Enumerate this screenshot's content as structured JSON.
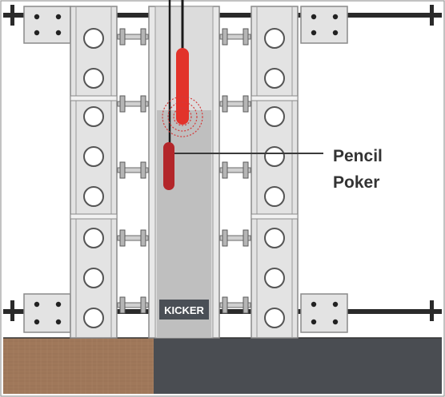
{
  "diagram": {
    "callout_label": [
      "Pencil",
      "Poker"
    ],
    "kicker_label": "KICKER"
  },
  "colors": {
    "frame_fill": "#e3e3e3",
    "frame_stroke": "#8a8a8a",
    "hole_stroke": "#555555",
    "concrete_fill": "#bdbdbd",
    "kicker_plate": "#4a4f56",
    "vibrator_bright": "#e2332b",
    "vibrator_dark": "#b3262a",
    "vibration_rings": "#d33a3a",
    "hose": "#1a1a1a",
    "tie_bar": "#2a2a2a",
    "soil": "#a0785a",
    "slab": "#4a4d52",
    "leader_line": "#3a3a3a",
    "label_text": "#333333"
  },
  "icons": {
    "vibrator": "pencil-vibrator-icon",
    "kicker": "kicker-plate-icon"
  }
}
